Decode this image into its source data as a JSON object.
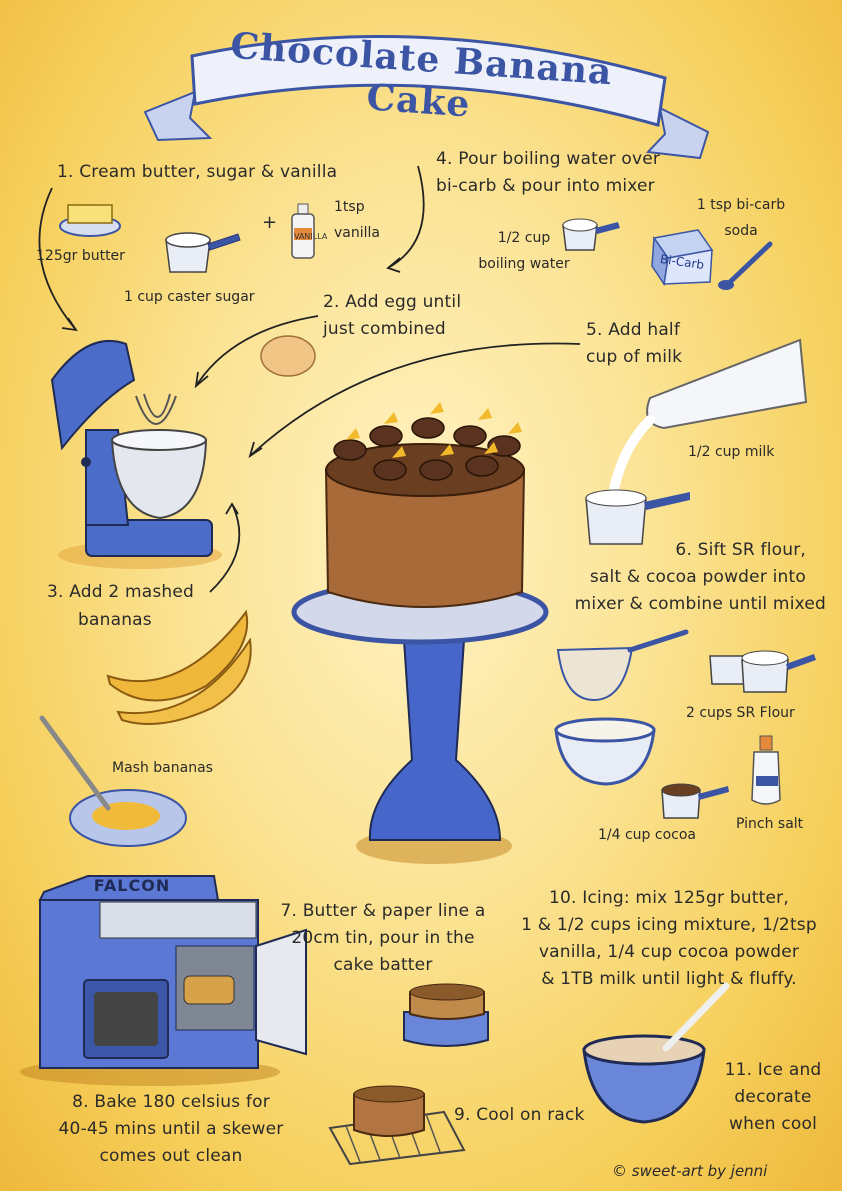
{
  "title": "Chocolate Banana Cake",
  "steps": {
    "s1": "1. Cream butter, sugar & vanilla",
    "s2a": "2. Add egg until",
    "s2b": "just combined",
    "s3a": "3. Add 2 mashed",
    "s3b": "bananas",
    "s4a": "4. Pour boiling water over",
    "s4b": "bi-carb & pour into mixer",
    "s5a": "5. Add half",
    "s5b": "cup of milk",
    "s6a": "6. Sift SR flour,",
    "s6b": "salt & cocoa powder into",
    "s6c": "mixer & combine until mixed",
    "s7a": "7. Butter & paper line a",
    "s7b": "20cm tin, pour in the",
    "s7c": "cake batter",
    "s8a": "8. Bake 180 celsius for",
    "s8b": "40-45 mins until a skewer",
    "s8c": "comes out clean",
    "s9": "9. Cool on rack",
    "s10a": "10. Icing: mix 125gr butter,",
    "s10b": "1 & 1/2 cups icing mixture, 1/2tsp",
    "s10c": "vanilla, 1/4 cup cocoa powder",
    "s10d": "& 1TB milk until light & fluffy.",
    "s11a": "11. Ice and",
    "s11b": "decorate",
    "s11c": "when cool"
  },
  "labels": {
    "butter": "125gr butter",
    "sugar": "1 cup caster sugar",
    "plus": "+",
    "vanilla1": "1tsp",
    "vanilla2": "vanilla",
    "water1": "1/2 cup",
    "water2": "boiling water",
    "bicarb1": "1 tsp bi-carb",
    "bicarb2": "soda",
    "milk": "1/2 cup milk",
    "flour": "2 cups SR Flour",
    "mash": "Mash bananas",
    "cocoa": "1/4 cup cocoa",
    "salt": "Pinch salt",
    "bicarb_box": "Bi-Carb",
    "vanilla_bottle": "VANILLA",
    "oven_brand": "FALCON"
  },
  "credit": "© sweet-art by jenni",
  "colors": {
    "background": "#f7d46a",
    "accent_blue": "#3b55a4",
    "banner": "#e8ecf7",
    "cake": "#a86a38",
    "icing": "#5a3320",
    "banana": "#f0b83a"
  }
}
